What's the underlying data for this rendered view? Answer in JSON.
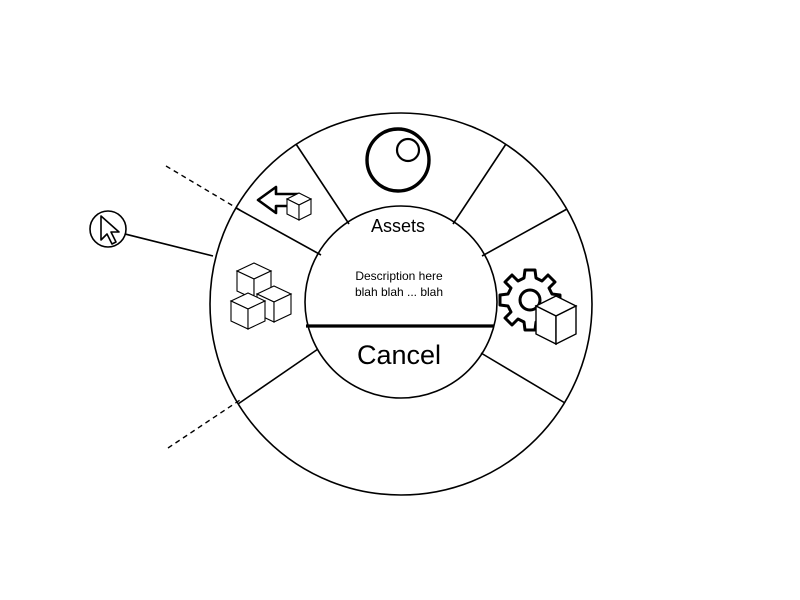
{
  "center": {
    "title": "Assets",
    "description_line1": "Description here",
    "description_line2": "blah blah ... blah",
    "cancel_label": "Cancel"
  },
  "menu_items": [
    {
      "id": "top",
      "icon": "circle-dot-icon"
    },
    {
      "id": "upper-left",
      "icon": "arrow-left-cube-icon"
    },
    {
      "id": "left",
      "icon": "cubes-icon"
    },
    {
      "id": "right",
      "icon": "gear-cube-icon"
    },
    {
      "id": "upper-right",
      "icon": "empty"
    },
    {
      "id": "bottom",
      "icon": "empty"
    }
  ],
  "pointer": {
    "icon": "cursor-icon"
  }
}
